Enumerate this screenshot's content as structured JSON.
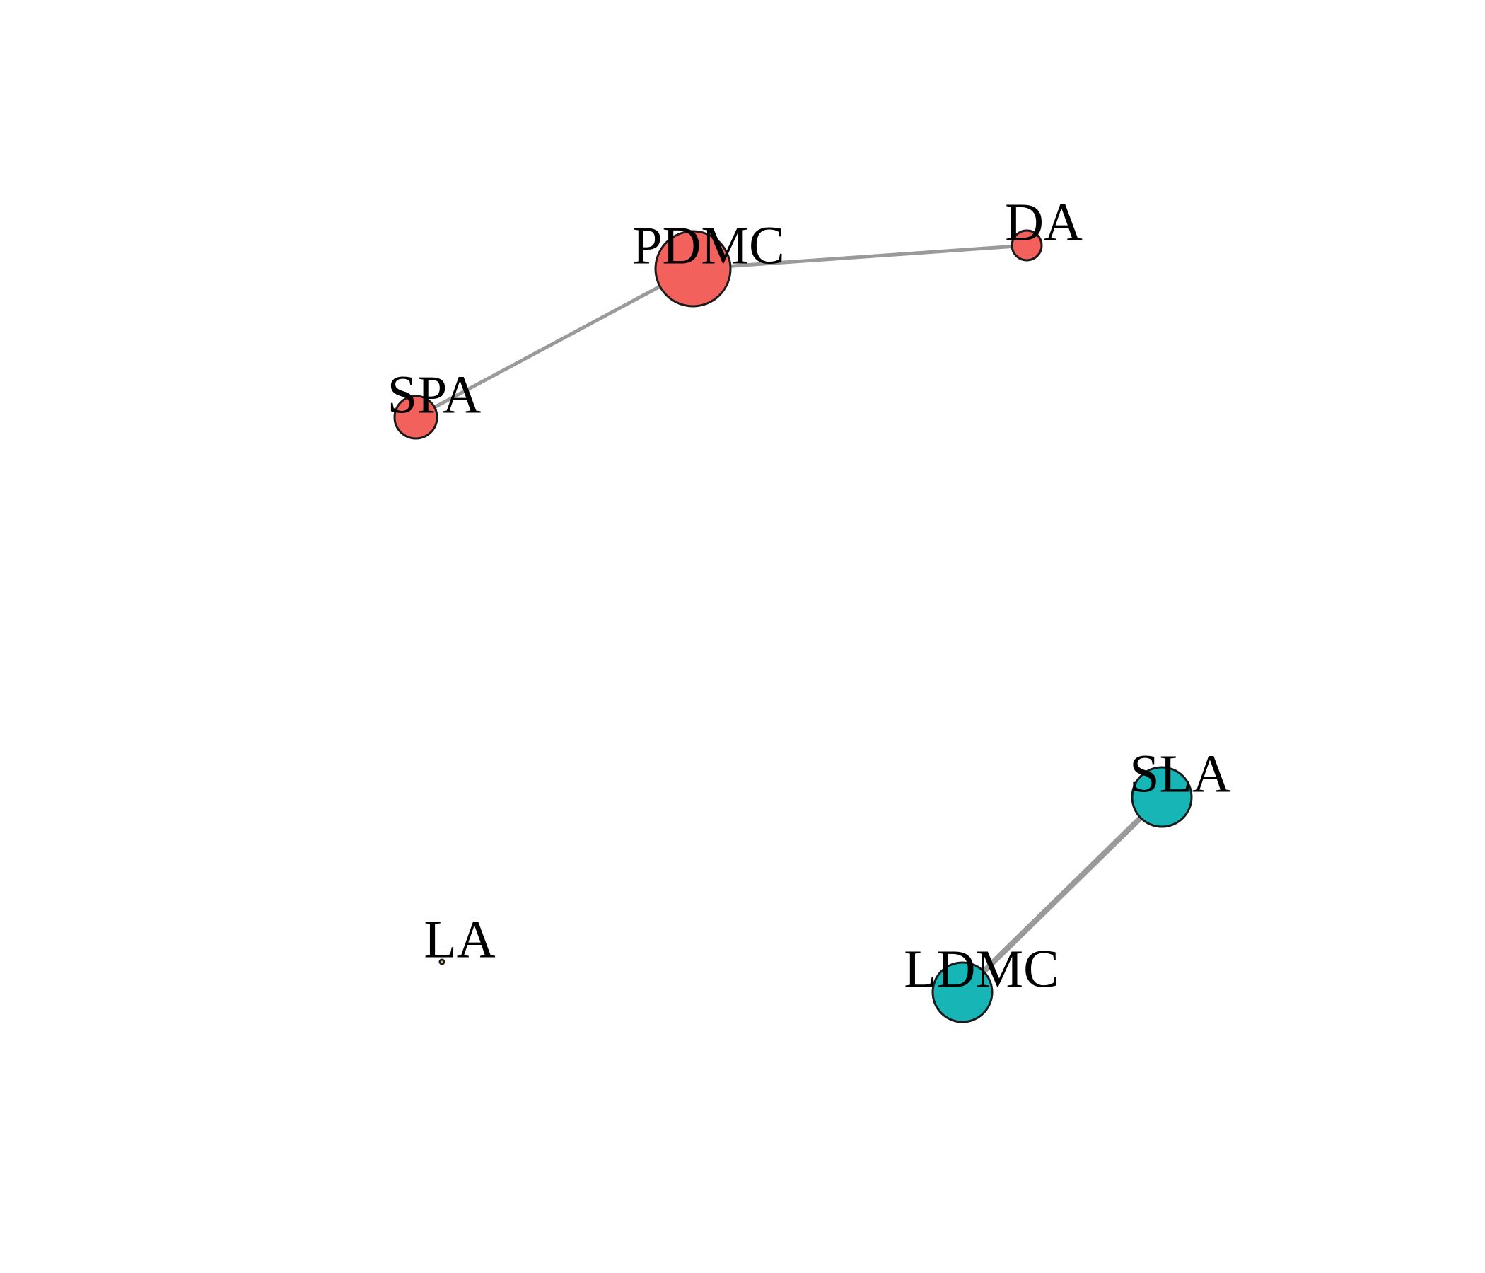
{
  "graph": {
    "colors": {
      "group_red": "#F2615C",
      "group_teal": "#17B5B6",
      "group_small": "#E8C84A",
      "edge": "#9a9a9a"
    },
    "nodes": [
      {
        "id": "PDMC",
        "label": "PDMC",
        "group": "group_red"
      },
      {
        "id": "DA",
        "label": "DA",
        "group": "group_red"
      },
      {
        "id": "SPA",
        "label": "SPA",
        "group": "group_red"
      },
      {
        "id": "SLA",
        "label": "SLA",
        "group": "group_teal"
      },
      {
        "id": "LDMC",
        "label": "LDMC",
        "group": "group_teal"
      },
      {
        "id": "LA",
        "label": "LA",
        "group": "group_small"
      }
    ],
    "edges": [
      {
        "source": "PDMC",
        "target": "DA"
      },
      {
        "source": "PDMC",
        "target": "SPA"
      },
      {
        "source": "SLA",
        "target": "LDMC"
      }
    ]
  }
}
